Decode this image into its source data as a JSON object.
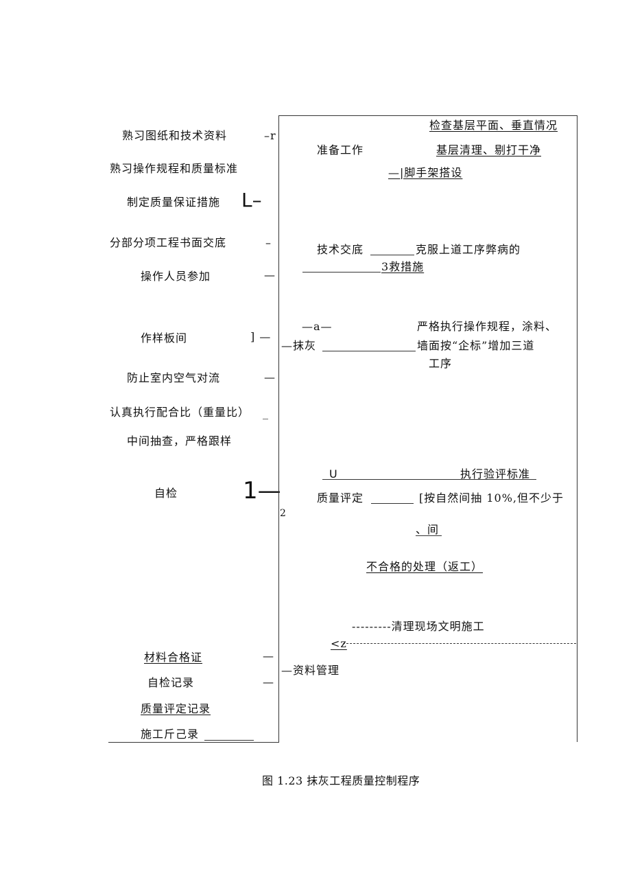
{
  "left": {
    "items": [
      "熟习图纸和技术资料",
      "熟习操作规程和质量标准",
      "制定质量保证措施",
      "分部分项工程书面交底",
      "操作人员参加",
      "作样板间",
      "防止室内空气对流",
      "认真执行配合比（重量比）",
      "中间抽查，严格跟样",
      "自检",
      "材料合格证",
      "自检记录",
      "质量评定记录",
      "施工斤己录"
    ],
    "connectors": [
      "–r",
      "L–",
      "–",
      "—",
      "] —",
      "—",
      "_",
      "1—",
      "—",
      "—"
    ],
    "stray_2": "2"
  },
  "right": {
    "prep": {
      "label": "准备工作",
      "items": [
        "检查基层平面、垂直情况",
        "基层清理、剔打干净",
        "—|脚手架搭设"
      ]
    },
    "tech": {
      "label": "技术交底",
      "line1": "克服上道工序弊病的",
      "line2": "3救措施"
    },
    "plaster": {
      "a_mark": "—a—",
      "label": "—抹灰",
      "desc": [
        "严格执行操作规程，涂料、",
        "墙面按“企标”增加三道",
        "工序"
      ]
    },
    "quality": {
      "u_mark": "U",
      "std": "执行验评标准",
      "label": "质量评定",
      "sample": "[按自然间抽 10%,但不少于",
      "sample2": "、间"
    },
    "rework": "不合格的处理（返工）",
    "cleanup": "---------清理现场文明施工",
    "z_mark": "<z",
    "docs": "—资料管理"
  },
  "caption": "图 1.23 抹灰工程质量控制程序"
}
